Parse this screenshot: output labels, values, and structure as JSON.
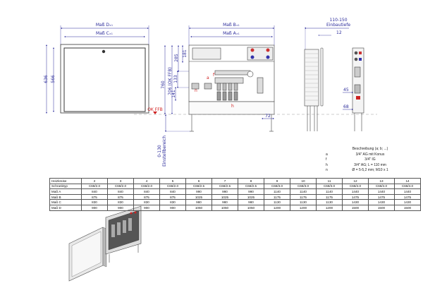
{
  "front_view": {
    "dim_d": "Maß D",
    "dim_c": "Maß C",
    "dim_d_sup": "±1",
    "dim_c_sup": "±1",
    "height_outer": "636",
    "height_inner": "566"
  },
  "middle_view": {
    "dim_b": "Maß B",
    "dim_a": "Maß A",
    "dim_sup": "±1",
    "h760": "760",
    "h706": "706 (OK FFB)",
    "h285": "285",
    "h181": "181",
    "h133": "133",
    "h141": "141",
    "okffb": "OK FFB",
    "range": "0-130",
    "range_label": "Einstellbereich",
    "side_gap": "72",
    "markers": [
      "a",
      "f",
      "h",
      "n"
    ]
  },
  "side_view": {
    "depth": "110-150",
    "depth_label": "Einbautiefe",
    "door": "12",
    "d45": "45",
    "d68": "68"
  },
  "legend": {
    "title": "Beschreibung (a; b; ...)",
    "rows": [
      {
        "key": "a",
        "text": "3/4\" AG mit Konus"
      },
      {
        "key": "f",
        "text": "3/4\" IG"
      },
      {
        "key": "h",
        "text": "3/4\" AG; L = 110 mm"
      },
      {
        "key": "n",
        "text": "Ø = 5-5,2 mm; M10 x 1"
      }
    ]
  },
  "table": {
    "rows": [
      {
        "label": "Heizkreise",
        "values": [
          "2",
          "3",
          "4",
          "5",
          "6",
          "7",
          "8",
          "9",
          "10",
          "11",
          "12",
          "13",
          "14"
        ]
      },
      {
        "label": "Schranktyp",
        "values": [
          "C68/2.0",
          "C68/2.0",
          "C68/2.0",
          "C68/2.0",
          "C68/2.5",
          "C68/2.5",
          "C68/2.5",
          "C68/3.0",
          "C68/3.0",
          "C68/3.0",
          "C68/4.0",
          "C68/4.0",
          "C68/4.0"
        ]
      },
      {
        "label": "Maß A",
        "values": [
          "840",
          "840",
          "840",
          "840",
          "990",
          "990",
          "990",
          "1140",
          "1140",
          "1140",
          "1440",
          "1440",
          "1440"
        ]
      },
      {
        "label": "Maß B",
        "values": [
          "875",
          "875",
          "875",
          "875",
          "1025",
          "1025",
          "1025",
          "1175",
          "1175",
          "1175",
          "1475",
          "1475",
          "1475"
        ]
      },
      {
        "label": "Maß C",
        "values": [
          "830",
          "830",
          "830",
          "830",
          "980",
          "980",
          "980",
          "1130",
          "1130",
          "1130",
          "1430",
          "1430",
          "1430"
        ]
      },
      {
        "label": "Maß D",
        "values": [
          "900",
          "900",
          "900",
          "900",
          "1050",
          "1050",
          "1050",
          "1200",
          "1200",
          "1200",
          "1500",
          "1500",
          "1500"
        ]
      }
    ]
  },
  "colors": {
    "dimension": "#2a2a9a",
    "accent": "#d02020",
    "line": "#555555"
  }
}
